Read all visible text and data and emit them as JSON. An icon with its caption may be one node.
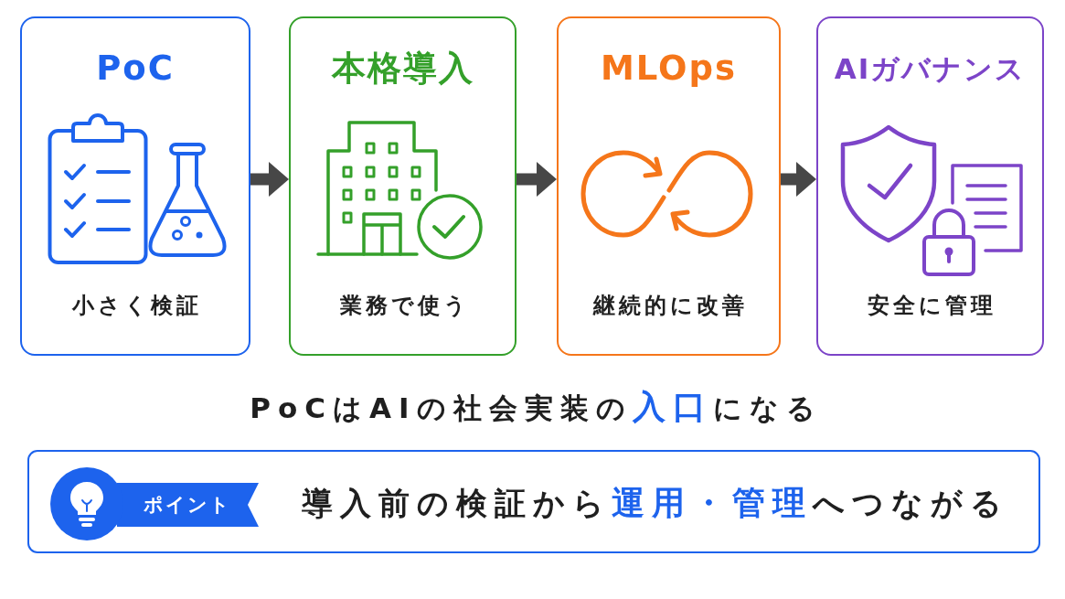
{
  "diagram": {
    "nodes": [
      {
        "text": [
          "PoC",
          "小さく検証"
        ]
      },
      {
        "text": [
          "本格導入",
          "業務で使う"
        ]
      },
      {
        "text": [
          "MLOps",
          "継続的に改善"
        ]
      },
      {
        "text": [
          "AIガバナンス",
          "安全に管理"
        ]
      },
      {
        "text": [
          "導入前の検証から**運用・管理**へつながる"
        ]
      },
      {
        "text": [
          "ポイント"
        ],
        "in": 4
      }
    ],
    "edges": [
      {
        "from": 0,
        "to": 1,
        "arrow": "to"
      },
      {
        "from": 1,
        "to": 2,
        "arrow": "to"
      },
      {
        "from": 2,
        "to": 3,
        "arrow": "to"
      }
    ],
    "labels": [
      "PoCはAIの社会実装の**入口**になる"
    ]
  }
}
